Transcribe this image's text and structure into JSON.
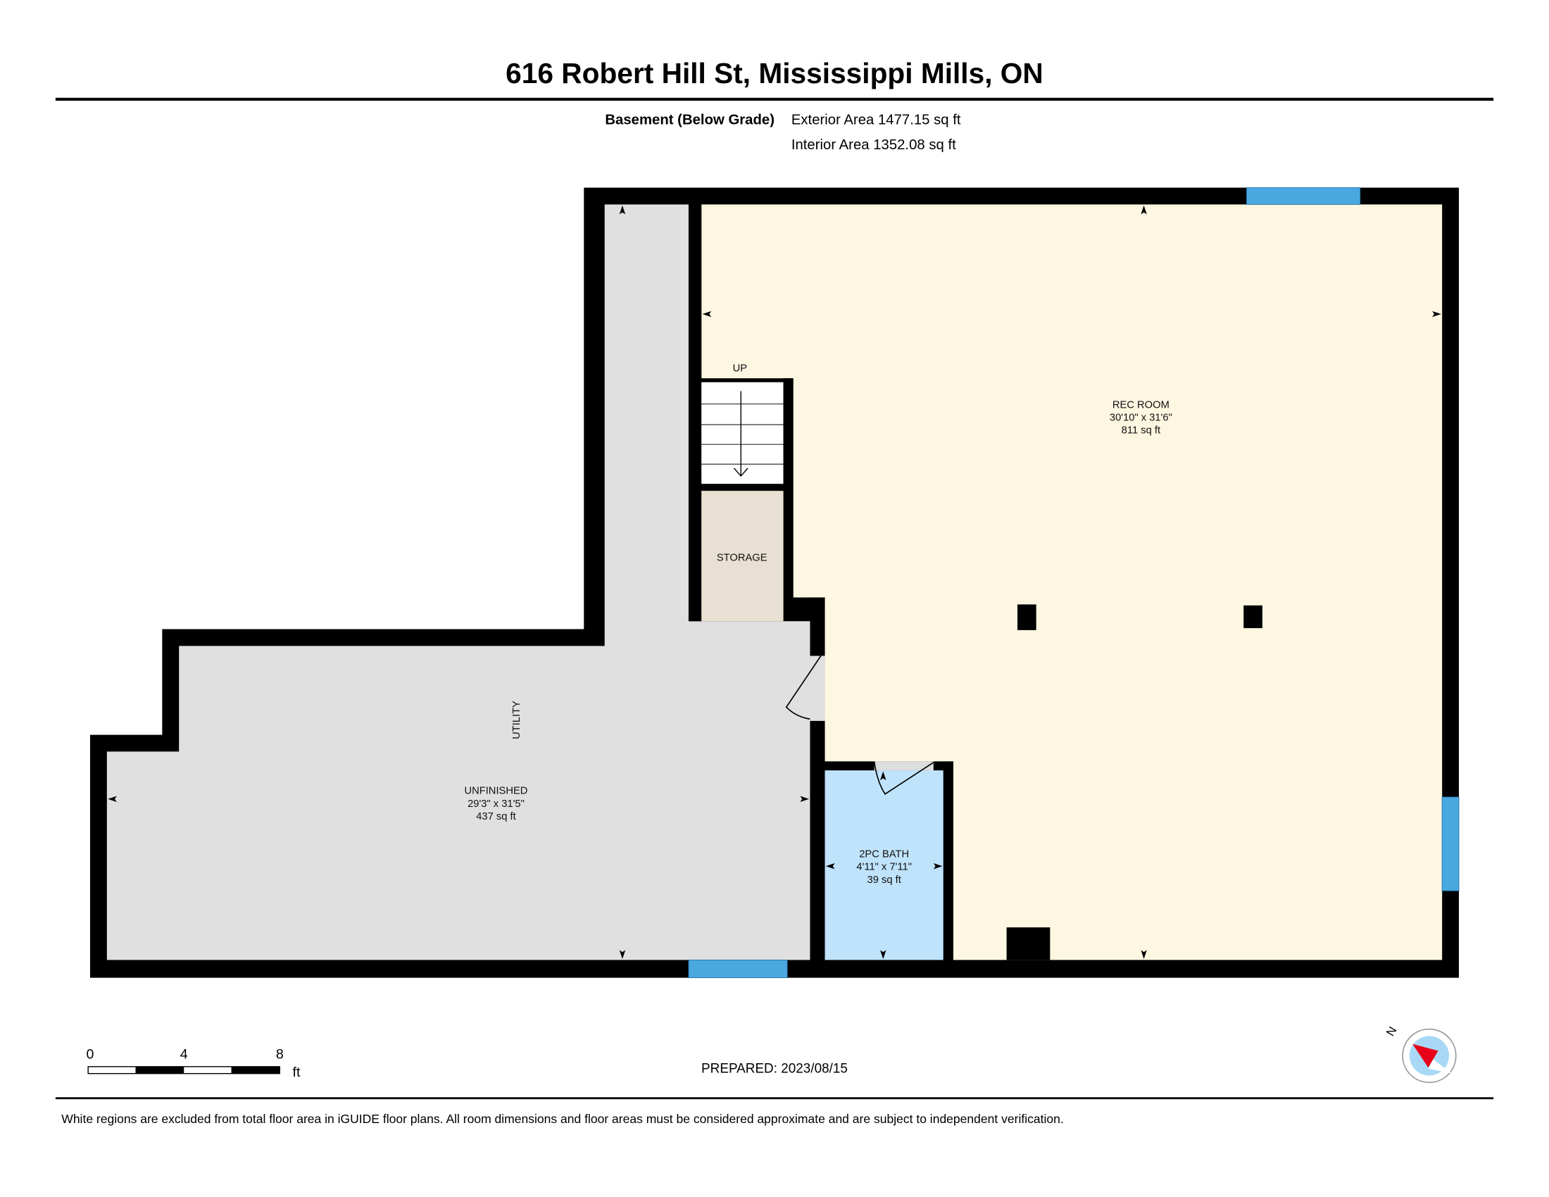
{
  "header": {
    "title": "616 Robert Hill St, Mississippi Mills, ON",
    "floor_name": "Basement (Below Grade)",
    "exterior_area": "Exterior Area 1477.15 sq ft",
    "interior_area": "Interior Area 1352.08 sq ft"
  },
  "rooms": {
    "rec_room": {
      "name": "REC ROOM",
      "dims": "30'10\" x 31'6\"",
      "area": "811 sq ft"
    },
    "unfinished": {
      "name": "UNFINISHED",
      "dims": "29'3\" x 31'5\"",
      "area": "437 sq ft"
    },
    "utility": {
      "name": "UTILITY"
    },
    "bath": {
      "name": "2PC BATH",
      "dims": "4'11\" x 7'11\"",
      "area": "39 sq ft"
    },
    "storage": {
      "name": "STORAGE"
    },
    "stairs": {
      "label": "UP"
    }
  },
  "scale_bar": {
    "ticks": [
      "0",
      "4",
      "8"
    ],
    "unit": "ft"
  },
  "prepared": "PREPARED: 2023/08/15",
  "compass": {
    "label": "N"
  },
  "footer": "White regions are excluded from total floor area in iGUIDE floor plans. All room dimensions and floor areas must be considered approximate and are subject to independent verification.",
  "colors": {
    "rec_room": "#fdf6e1",
    "utility": "#e0e0e0",
    "bath": "#bfe3fb",
    "storage": "#e8e0d2",
    "window": "#4aa8e0"
  }
}
